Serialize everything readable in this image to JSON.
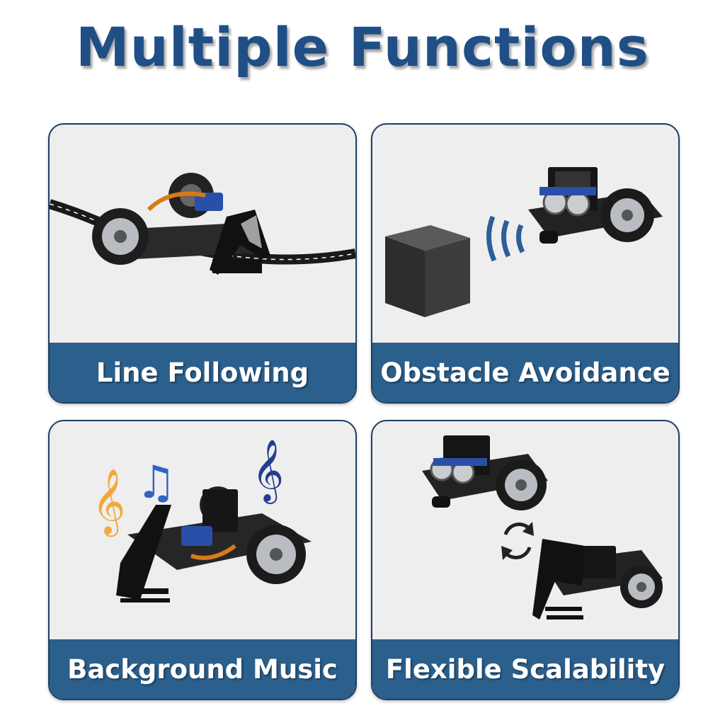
{
  "header": {
    "title": "Multiple Functions"
  },
  "cards": [
    {
      "label": "Line Following"
    },
    {
      "label": "Obstacle Avoidance"
    },
    {
      "label": "Background Music"
    },
    {
      "label": "Flexible Scalability"
    }
  ],
  "colors": {
    "title": "#1f4f86",
    "label_bar": "#2b5f8c",
    "card_bg": "#eeeeee",
    "card_border": "#1d3f66",
    "note_orange": "#f2a93b",
    "note_blue": "#2f63c4",
    "note_navy": "#243d8f"
  }
}
